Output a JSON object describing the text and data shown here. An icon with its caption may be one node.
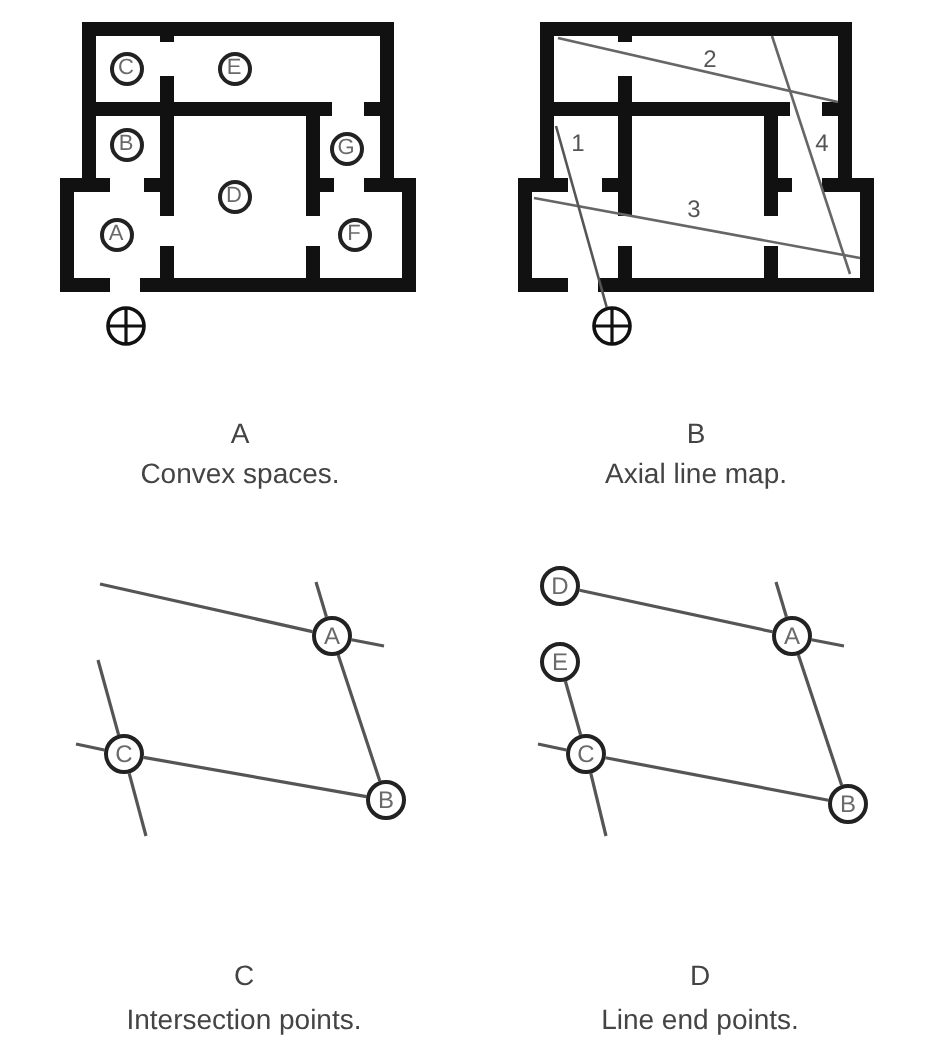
{
  "diagram": {
    "nodes": [
      {
        "text": [
          "C"
        ]
      },
      {
        "text": [
          "E"
        ]
      },
      {
        "text": [
          "B"
        ]
      },
      {
        "text": [
          "G"
        ]
      },
      {
        "text": [
          "D"
        ]
      },
      {
        "text": [
          "A"
        ]
      },
      {
        "text": [
          "F"
        ]
      },
      {
        "text": [],
        "shape": "circle"
      },
      {
        "text": [],
        "shape": "circle"
      },
      {
        "text": [
          "A"
        ]
      },
      {
        "text": [
          "C"
        ]
      },
      {
        "text": [
          "B"
        ]
      },
      {
        "text": [
          "D"
        ]
      },
      {
        "text": [
          "A"
        ]
      },
      {
        "text": [
          "E"
        ]
      },
      {
        "text": [
          "C"
        ]
      },
      {
        "text": [
          "B"
        ]
      }
    ],
    "edges": [
      {
        "from": null,
        "to": 8,
        "arrow": "none",
        "label": "1"
      },
      {
        "from": null,
        "to": 9,
        "arrow": "none"
      },
      {
        "from": 9,
        "to": null,
        "arrow": "none"
      },
      {
        "from": null,
        "to": 9,
        "arrow": "none"
      },
      {
        "from": 9,
        "to": 11,
        "arrow": "none"
      },
      {
        "from": 10,
        "to": 11,
        "arrow": "none"
      },
      {
        "from": null,
        "to": 10,
        "arrow": "none"
      },
      {
        "from": null,
        "to": 10,
        "arrow": "none"
      },
      {
        "from": 10,
        "to": null,
        "arrow": "none"
      },
      {
        "from": 12,
        "to": 13,
        "arrow": "none"
      },
      {
        "from": 13,
        "to": null,
        "arrow": "none"
      },
      {
        "from": null,
        "to": 13,
        "arrow": "none"
      },
      {
        "from": 13,
        "to": 16,
        "arrow": "none"
      },
      {
        "from": 14,
        "to": 15,
        "arrow": "none"
      },
      {
        "from": 15,
        "to": null,
        "arrow": "none"
      },
      {
        "from": null,
        "to": 15,
        "arrow": "none"
      },
      {
        "from": 15,
        "to": 16,
        "arrow": "none"
      }
    ],
    "labels": [
      "2",
      "4",
      "3",
      "A",
      "Convex spaces.",
      "B",
      "Axial line map.",
      "C",
      "Intersection points.",
      "D",
      "Line end points."
    ]
  }
}
